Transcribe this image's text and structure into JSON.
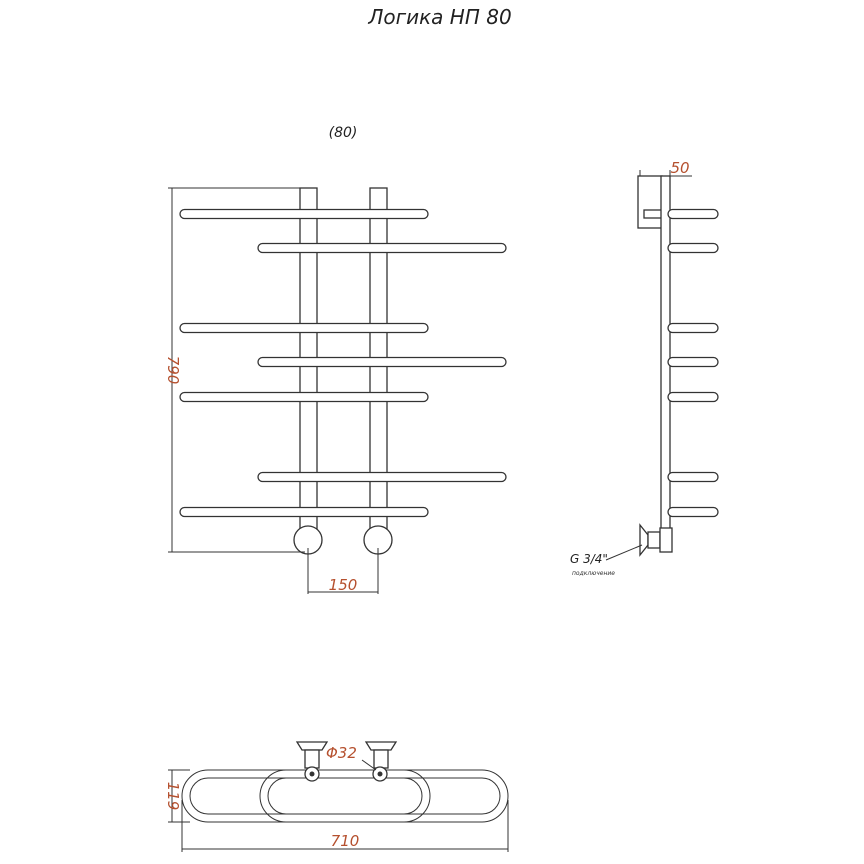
{
  "title": "Логика НП 80",
  "front_view": {
    "model_note": "(80)",
    "height_dim": "790",
    "rail_spacing_dim": "150"
  },
  "side_view": {
    "depth_dim": "50",
    "connection_label": "G 3/4\"",
    "connection_sublabel": "подключение"
  },
  "bottom_view": {
    "pipe_diameter_dim": "Φ32",
    "depth_dim": "119",
    "width_dim": "710"
  },
  "colors": {
    "dimension_text": "#b5502e",
    "line": "#333333"
  }
}
